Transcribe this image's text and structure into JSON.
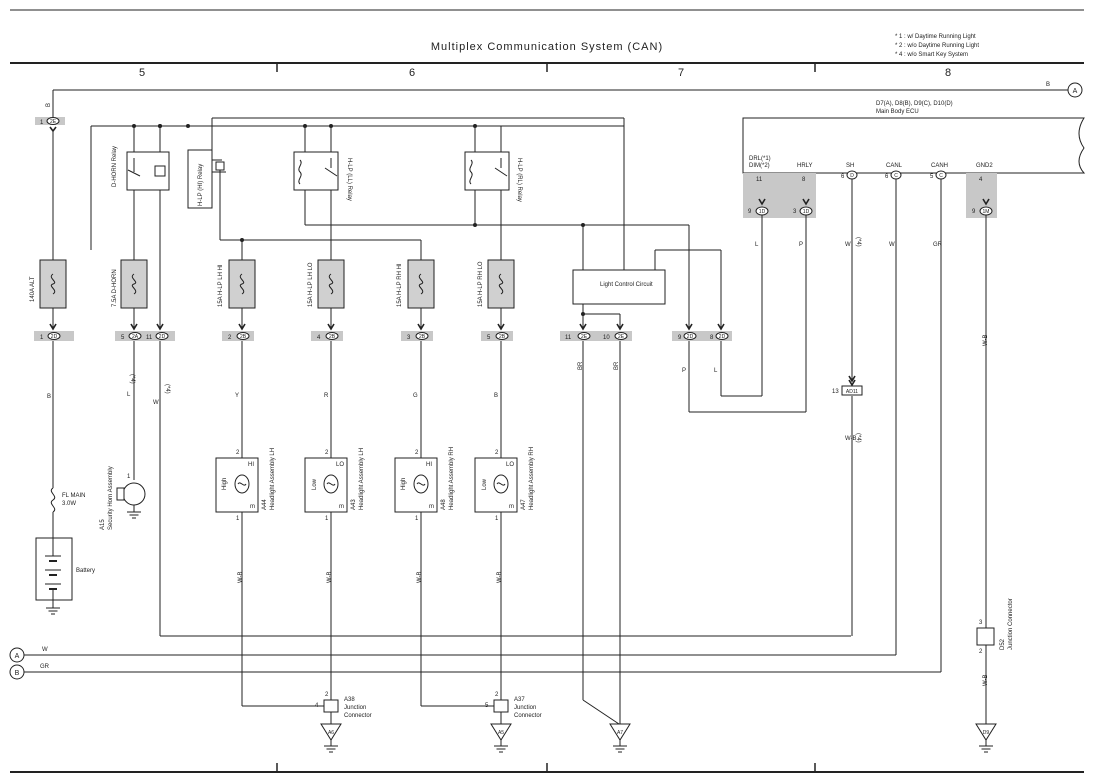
{
  "title": "Multiplex Communication System (CAN)",
  "notes": [
    "* 1 : w/ Daytime Running Light",
    "* 2 : w/o Daytime Running Light",
    "* 4 : w/o Smart Key System"
  ],
  "columns": [
    "5",
    "6",
    "7",
    "8"
  ],
  "ecu": {
    "name": "D7(A), D8(B), D9(C), D10(D)",
    "sub": "Main Body ECU"
  },
  "ecu_pins": [
    {
      "label1": "DRL(*1)",
      "label2": "DIM(*2)",
      "num": "11",
      "conn_pin": "9",
      "conn": "1D"
    },
    {
      "label1": "HRLY",
      "label2": "",
      "num": "8",
      "conn_pin": "3",
      "conn": "1D"
    },
    {
      "label1": "SH",
      "label2": "",
      "num": "6",
      "conn_pin": "",
      "conn": "D"
    },
    {
      "label1": "CANL",
      "label2": "",
      "num": "6",
      "conn_pin": "",
      "conn": "C"
    },
    {
      "label1": "CANH",
      "label2": "",
      "num": "5",
      "conn_pin": "",
      "conn": "C"
    },
    {
      "label1": "GND2",
      "label2": "",
      "num": "4",
      "conn_pin": "9",
      "conn": "1M"
    }
  ],
  "fuses": [
    {
      "label": "140A ALT"
    },
    {
      "label": "7.5A D-HORN"
    },
    {
      "label": "15A H-LP LH HI"
    },
    {
      "label": "15A H-LP LH LO"
    },
    {
      "label": "15A H-LP RH HI"
    },
    {
      "label": "15A H-LP RH LO"
    }
  ],
  "relays": [
    {
      "label": "D-HORN Relay"
    },
    {
      "label": "H-LP (HI) Relay"
    },
    {
      "label": "H-LP (LL) Relay"
    },
    {
      "label": "H-LP (RL) Relay"
    }
  ],
  "lower_connectors": [
    {
      "pin": "1",
      "conn": "2D"
    },
    {
      "pin": "5",
      "conn": "2A"
    },
    {
      "pin": "11",
      "conn": "2D"
    },
    {
      "pin": "2",
      "conn": "2B"
    },
    {
      "pin": "4",
      "conn": "2B"
    },
    {
      "pin": "3",
      "conn": "2B"
    },
    {
      "pin": "5",
      "conn": "2B"
    },
    {
      "pin": "11",
      "conn": "2E"
    },
    {
      "pin": "10",
      "conn": "2E"
    },
    {
      "pin": "9",
      "conn": "2D"
    },
    {
      "pin": "8",
      "conn": "2D"
    }
  ],
  "top_connector": {
    "pin": "1",
    "conn": "2E"
  },
  "wire_colors": [
    "B",
    "L",
    "W",
    "Y",
    "R",
    "G",
    "B",
    "BR",
    "BR",
    "P",
    "L",
    "L",
    "P",
    "W",
    "W",
    "GR",
    "W-B",
    "W-B",
    "W-B",
    "W-B",
    "W-B",
    "W-B",
    "W-B",
    "W",
    "GR",
    "B"
  ],
  "wire_notes": [
    "(*4)",
    "(*4)",
    "(*4)",
    "(*4)"
  ],
  "light_control": "Light Control Circuit",
  "headlights": [
    {
      "code": "A44",
      "name": "Headlight Assembly LH",
      "beam": "High",
      "tag": "HI",
      "pin_top": "2",
      "pin_bot": "1",
      "ground": "m"
    },
    {
      "code": "A43",
      "name": "Headlight Assembly LH",
      "beam": "Low",
      "tag": "LO",
      "pin_top": "2",
      "pin_bot": "1",
      "ground": "m"
    },
    {
      "code": "A48",
      "name": "Headlight Assembly RH",
      "beam": "High",
      "tag": "HI",
      "pin_top": "2",
      "pin_bot": "1",
      "ground": "m"
    },
    {
      "code": "A47",
      "name": "Headlight Assembly RH",
      "beam": "Low",
      "tag": "LO",
      "pin_top": "2",
      "pin_bot": "1",
      "ground": "m"
    }
  ],
  "horn": {
    "code": "A15",
    "name": "Security Horn Assembly",
    "pin": "1"
  },
  "fl_main": {
    "label": "FL MAIN",
    "value": "3.0W"
  },
  "battery": "Battery",
  "junctions": [
    {
      "code": "A38",
      "name1": "Junction",
      "name2": "Connector",
      "pin_top": "2",
      "pin_side": "4"
    },
    {
      "code": "A37",
      "name1": "Junction",
      "name2": "Connector",
      "pin_top": "2",
      "pin_side": "5"
    },
    {
      "code": "D52",
      "name1": "Junction Connector",
      "name2": "",
      "pin_top": "3",
      "pin_side": "2"
    }
  ],
  "ad_conn": {
    "pin": "13",
    "conn": "AD11"
  },
  "grounds": [
    "A6",
    "A5",
    "A7",
    "D9"
  ],
  "ref_points": [
    "A",
    "A",
    "B"
  ]
}
